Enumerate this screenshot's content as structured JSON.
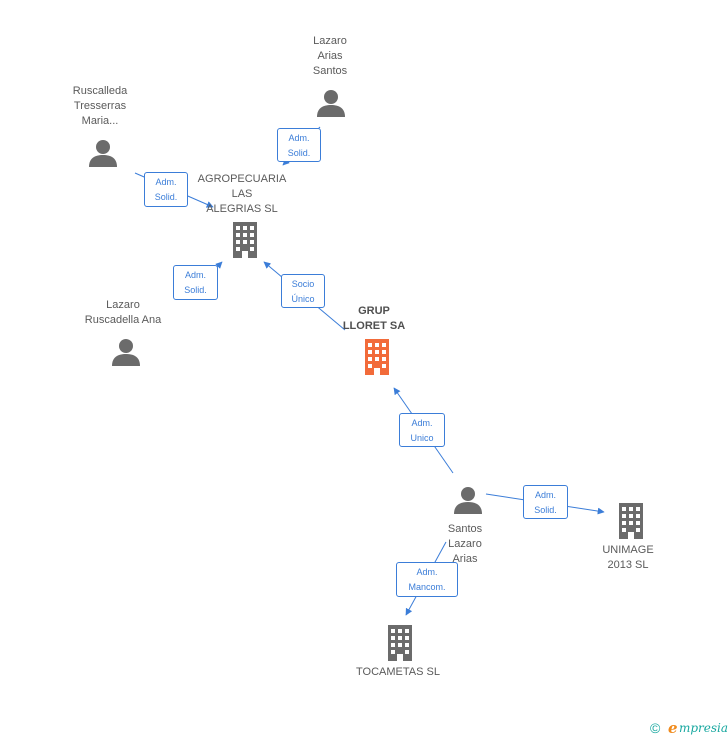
{
  "nodes": {
    "lazaro_arias_santos": {
      "label_lines": [
        "Lazaro",
        "Arias",
        "Santos"
      ],
      "icon": "person-icon"
    },
    "ruscalleda": {
      "label_lines": [
        "Ruscalleda",
        "Tresserras",
        "Maria..."
      ],
      "icon": "person-icon"
    },
    "agropecuaria": {
      "label_lines": [
        "AGROPECUARIA",
        "LAS",
        "ALEGRIAS SL"
      ],
      "icon": "building-icon"
    },
    "lazaro_ruscadella": {
      "label_lines": [
        "Lazaro",
        "Ruscadella Ana"
      ],
      "icon": "person-icon"
    },
    "grup_lloret": {
      "label_lines": [
        "GRUP",
        "LLORET SA"
      ],
      "icon": "building-icon",
      "color": "#f26b3a"
    },
    "santos_lazaro_arias": {
      "label_lines": [
        "Santos",
        "Lazaro",
        "Arias"
      ],
      "icon": "person-icon"
    },
    "unimage": {
      "label_lines": [
        "UNIMAGE",
        "2013 SL"
      ],
      "icon": "building-icon"
    },
    "tocametas": {
      "label_lines": [
        "TOCAMETAS SL"
      ],
      "icon": "building-icon"
    }
  },
  "edges": {
    "e1": {
      "lines": [
        "Adm.",
        "Solid."
      ]
    },
    "e2": {
      "lines": [
        "Adm.",
        "Solid."
      ]
    },
    "e3": {
      "lines": [
        "Adm.",
        "Solid."
      ]
    },
    "e4": {
      "lines": [
        "Socio",
        "Único"
      ]
    },
    "e5": {
      "lines": [
        "Adm.",
        "Unico"
      ]
    },
    "e6": {
      "lines": [
        "Adm.",
        "Solid."
      ]
    },
    "e7": {
      "lines": [
        "Adm.",
        "Mancom."
      ]
    }
  },
  "colors": {
    "icon_gray": "#6b6b6b",
    "highlight": "#f26b3a",
    "edge_blue": "#3b7dd8"
  },
  "footer": {
    "copyright": "©",
    "brand_initial": "e",
    "brand_rest": "mpresia"
  }
}
